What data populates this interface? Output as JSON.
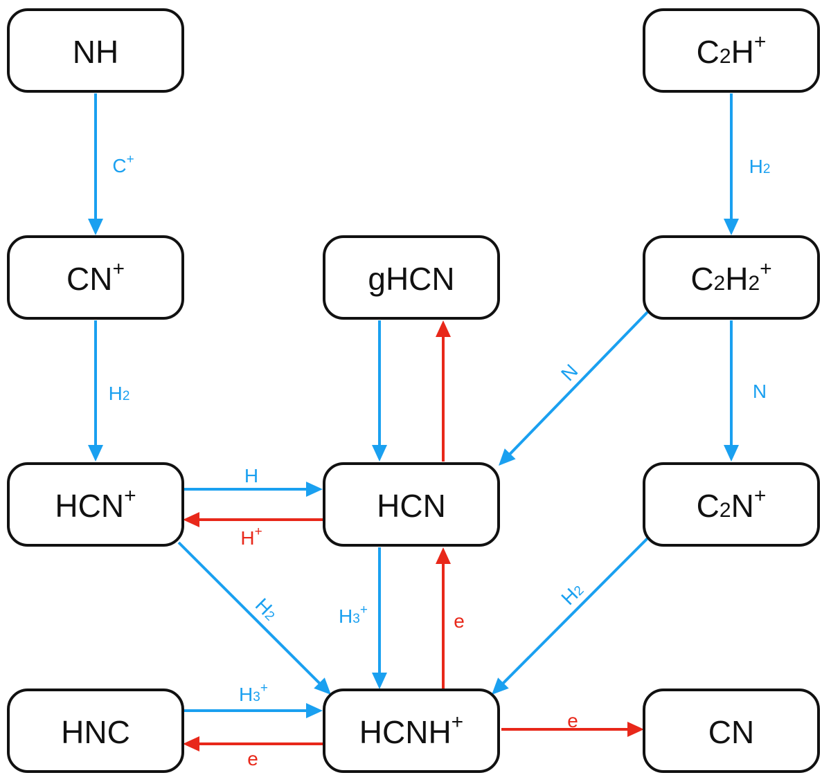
{
  "colors": {
    "blue": "#1aa0f0",
    "red": "#e8281a",
    "box_stroke": "#111111"
  },
  "nodes": [
    {
      "id": "NH",
      "parts": [
        [
          "NH",
          "n"
        ]
      ]
    },
    {
      "id": "C2H+",
      "parts": [
        [
          "C",
          "n"
        ],
        [
          "2",
          "sub"
        ],
        [
          "H",
          "n"
        ],
        [
          "+",
          "sup"
        ]
      ]
    },
    {
      "id": "CN+",
      "parts": [
        [
          "CN",
          "n"
        ],
        [
          "+",
          "sup"
        ]
      ]
    },
    {
      "id": "gHCN",
      "parts": [
        [
          "gHCN",
          "n"
        ]
      ]
    },
    {
      "id": "C2H2+",
      "parts": [
        [
          "C",
          "n"
        ],
        [
          "2",
          "sub"
        ],
        [
          "H",
          "n"
        ],
        [
          "2",
          "sub"
        ],
        [
          "+",
          "sup"
        ]
      ]
    },
    {
      "id": "HCN+",
      "parts": [
        [
          "HCN",
          "n"
        ],
        [
          "+",
          "sup"
        ]
      ]
    },
    {
      "id": "HCN",
      "parts": [
        [
          "HCN",
          "n"
        ]
      ]
    },
    {
      "id": "C2N+",
      "parts": [
        [
          "C",
          "n"
        ],
        [
          "2",
          "sub"
        ],
        [
          "N",
          "n"
        ],
        [
          "+",
          "sup"
        ]
      ]
    },
    {
      "id": "HNC",
      "parts": [
        [
          "HNC",
          "n"
        ]
      ]
    },
    {
      "id": "HCNH+",
      "parts": [
        [
          "HCNH",
          "n"
        ],
        [
          "+",
          "sup"
        ]
      ]
    },
    {
      "id": "CN",
      "parts": [
        [
          "CN",
          "n"
        ]
      ]
    }
  ],
  "edges": [
    {
      "from": "NH",
      "to": "CN+",
      "color": "blue",
      "label": [
        [
          "C",
          "n"
        ],
        [
          "+",
          "sup"
        ]
      ]
    },
    {
      "from": "C2H+",
      "to": "C2H2+",
      "color": "blue",
      "label": [
        [
          "H",
          "n"
        ],
        [
          "2",
          "sub"
        ]
      ]
    },
    {
      "from": "CN+",
      "to": "HCN+",
      "color": "blue",
      "label": [
        [
          "H",
          "n"
        ],
        [
          "2",
          "sub"
        ]
      ]
    },
    {
      "from": "gHCN",
      "to": "HCN",
      "color": "blue",
      "label": []
    },
    {
      "from": "HCN",
      "to": "gHCN",
      "color": "red",
      "label": []
    },
    {
      "from": "C2H2+",
      "to": "HCN",
      "color": "blue",
      "label": [
        [
          "N",
          "n"
        ]
      ]
    },
    {
      "from": "C2H2+",
      "to": "C2N+",
      "color": "blue",
      "label": [
        [
          "N",
          "n"
        ]
      ]
    },
    {
      "from": "HCN+",
      "to": "HCN",
      "color": "blue",
      "label": [
        [
          "H",
          "n"
        ]
      ]
    },
    {
      "from": "HCN",
      "to": "HCN+",
      "color": "red",
      "label": [
        [
          "H",
          "n"
        ],
        [
          "+",
          "sup"
        ]
      ]
    },
    {
      "from": "HCN+",
      "to": "HCNH+",
      "color": "blue",
      "label": [
        [
          "H",
          "n"
        ],
        [
          "2",
          "sub"
        ]
      ]
    },
    {
      "from": "HCN",
      "to": "HCNH+",
      "color": "blue",
      "label": [
        [
          "H",
          "n"
        ],
        [
          "3",
          "sub"
        ],
        [
          "+",
          "sup"
        ]
      ]
    },
    {
      "from": "HCNH+",
      "to": "HCN",
      "color": "red",
      "label": [
        [
          "e",
          "n"
        ]
      ]
    },
    {
      "from": "C2N+",
      "to": "HCNH+",
      "color": "blue",
      "label": [
        [
          "H",
          "n"
        ],
        [
          "2",
          "sub"
        ]
      ]
    },
    {
      "from": "HNC",
      "to": "HCNH+",
      "color": "blue",
      "label": [
        [
          "H",
          "n"
        ],
        [
          "3",
          "sub"
        ],
        [
          "+",
          "sup"
        ]
      ]
    },
    {
      "from": "HCNH+",
      "to": "HNC",
      "color": "red",
      "label": [
        [
          "e",
          "n"
        ]
      ]
    },
    {
      "from": "HCNH+",
      "to": "CN",
      "color": "red",
      "label": [
        [
          "e",
          "n"
        ]
      ]
    }
  ]
}
